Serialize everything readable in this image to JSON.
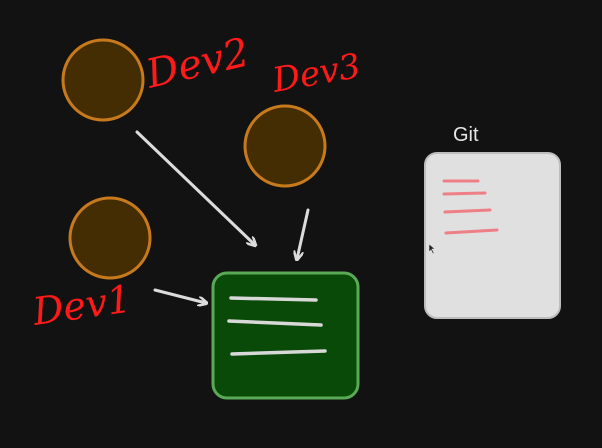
{
  "colors": {
    "background": "#121212",
    "developer_fill": "#452d03",
    "developer_stroke": "#c77a1c",
    "arrow": "#dcdcdc",
    "shared_box_fill": "#0a4a08",
    "shared_box_stroke": "#5aa957",
    "shared_box_lines": "#d8d8d8",
    "git_box_fill": "#e0e0e0",
    "git_box_stroke": "#bdbdbd",
    "git_lines": "#ef7f86",
    "annotation": "#ff1a1a",
    "label_text": "#e6e6e6"
  },
  "developers": [
    {
      "id": "dev1",
      "label": "Dev1"
    },
    {
      "id": "dev2",
      "label": "Dev2"
    },
    {
      "id": "dev3",
      "label": "Dev3"
    }
  ],
  "shared_box": {
    "line_count": 3
  },
  "git": {
    "label": "Git",
    "line_count": 4
  }
}
